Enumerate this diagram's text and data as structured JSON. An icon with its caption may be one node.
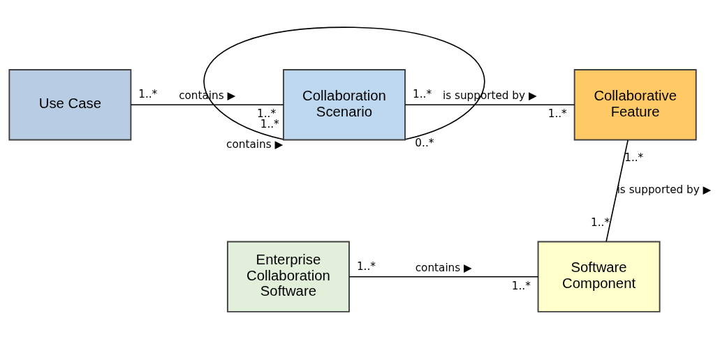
{
  "diagram": {
    "nodes": [
      {
        "text": [
          "Use Case"
        ]
      },
      {
        "text": [
          "Collaboration Scenario"
        ]
      },
      {
        "text": [
          "Collaborative Feature"
        ]
      },
      {
        "text": [
          "Enterprise Collaboration Software"
        ]
      },
      {
        "text": [
          "Software Component"
        ]
      }
    ],
    "edges": [
      {
        "from": 0,
        "to": 1,
        "arrow": "none",
        "label": "contains ▶"
      },
      {
        "from": 1,
        "to": 2,
        "arrow": "none",
        "label": "is supported by ▶"
      },
      {
        "from": 1,
        "to": 1,
        "arrow": "none",
        "label": "contains ▶"
      },
      {
        "from": 2,
        "to": 4,
        "arrow": "none",
        "label": "is supported by ▶"
      },
      {
        "from": 3,
        "to": 4,
        "arrow": "none",
        "label": "contains ▶"
      }
    ],
    "labels": [
      "1..*",
      "1..*",
      "1..*",
      "1..*",
      "1..*",
      "0..*",
      "1..*",
      "1..*",
      "1..*",
      "1..*"
    ]
  }
}
